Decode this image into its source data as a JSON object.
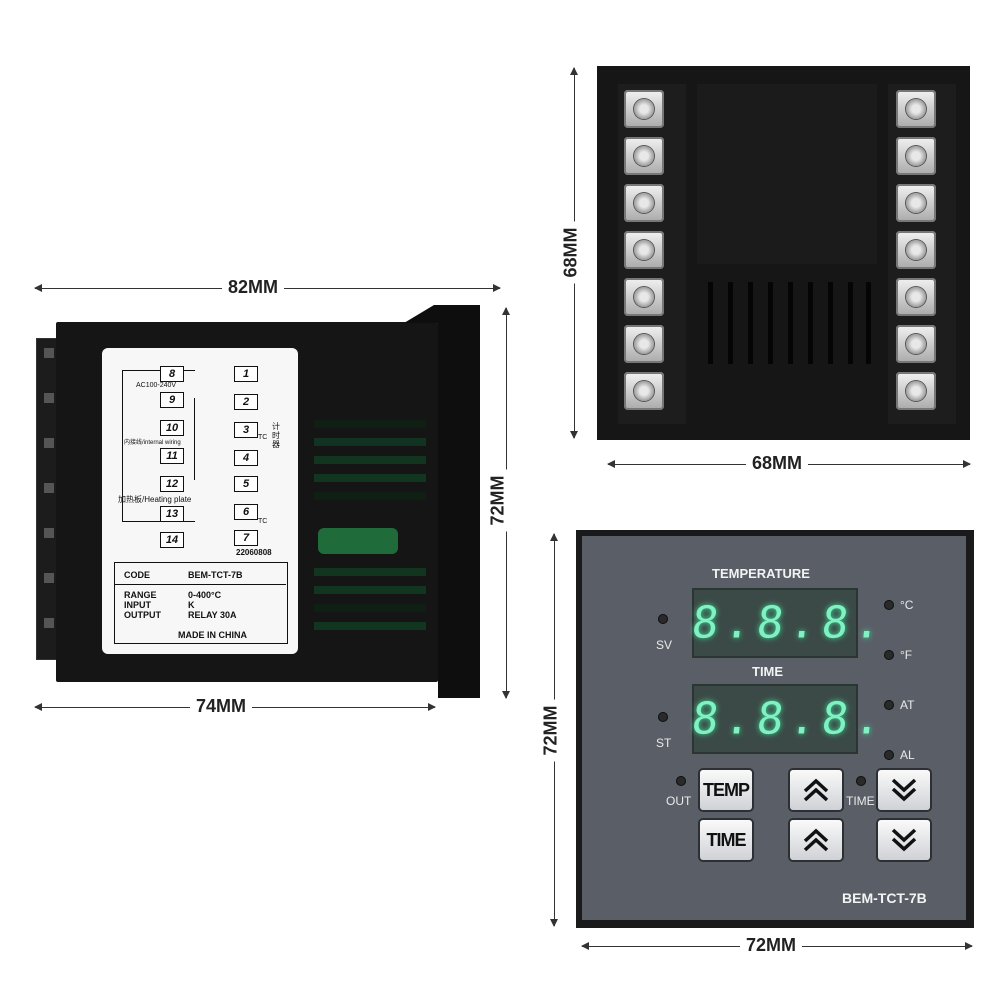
{
  "dimensions": {
    "side_width": "82MM",
    "side_height": "72MM",
    "side_depth": "74MM",
    "rear_height": "68MM",
    "rear_width": "68MM",
    "front_height": "72MM",
    "front_width": "72MM"
  },
  "side_label": {
    "terminals": [
      "8",
      "9",
      "10",
      "11",
      "12",
      "13",
      "14",
      "1",
      "2",
      "3",
      "4",
      "5",
      "6",
      "7"
    ],
    "power_text": "AC100-240V",
    "internal_wiring_text": "内接线/internal wiring",
    "heating_plate_text": "加热板/Heating plate",
    "tc_label": "TC",
    "tc_label_2": "TC",
    "timer_label": "计时器",
    "serial": "22060808",
    "specs": [
      {
        "key": "CODE",
        "value": "BEM-TCT-7B"
      },
      {
        "key": "RANGE",
        "value": "0-400°C"
      },
      {
        "key": "INPUT",
        "value": "K"
      },
      {
        "key": "OUTPUT",
        "value": "RELAY 30A"
      }
    ],
    "made_in": "MADE IN CHINA"
  },
  "front_panel": {
    "temperature_title": "TEMPERATURE",
    "time_title": "TIME",
    "display_top": "8.8.8.",
    "display_bottom": "8.8.8.",
    "indicators": {
      "sv": "SV",
      "st": "ST",
      "out": "OUT",
      "time": "TIME",
      "celsius": "°C",
      "fahrenheit": "°F",
      "at": "AT",
      "al": "AL"
    },
    "keys": {
      "temp": "TEMP",
      "time": "TIME"
    },
    "model": "BEM-TCT-7B"
  },
  "colors": {
    "panel_face": "#5a5f67",
    "digit_green": "#7ff2c2",
    "body_black": "#151515"
  }
}
